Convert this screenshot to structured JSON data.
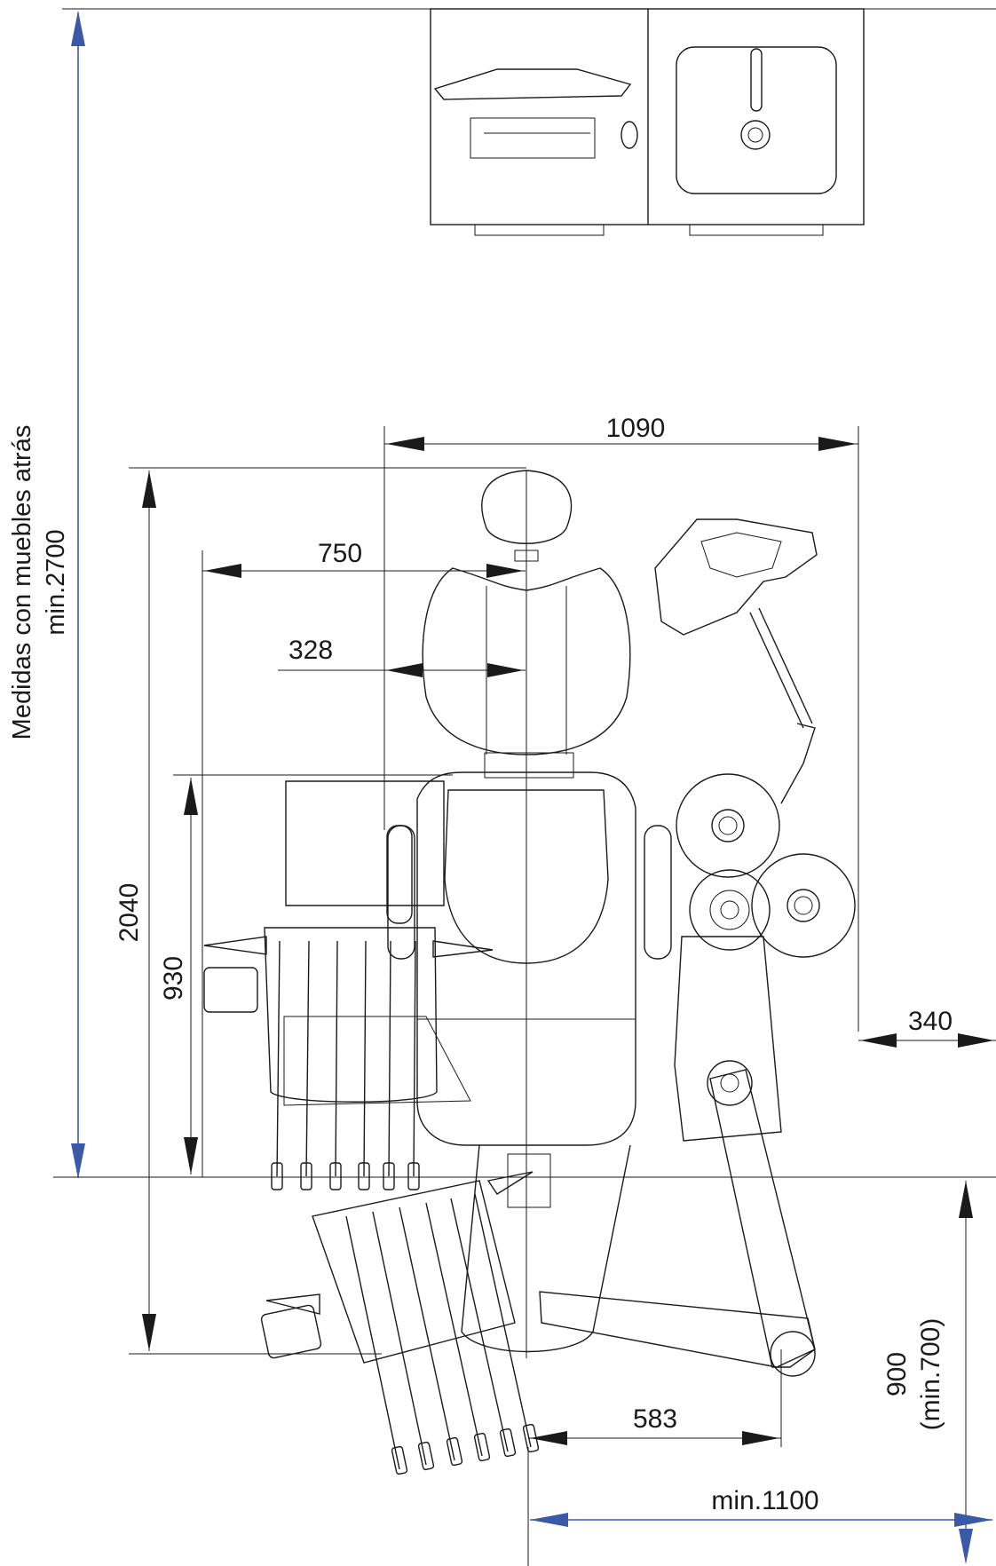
{
  "dimensions": {
    "d1090": "1090",
    "d750": "750",
    "d328": "328",
    "d2040": "2040",
    "d930": "930",
    "d340": "340",
    "d583": "583",
    "d900": "900",
    "d900_min": "(min.700)",
    "dmin1100": "min.1100"
  },
  "side_note": {
    "line1": "Medidas con muebles atrás",
    "line2": "min.2700"
  },
  "colors": {
    "outline": "#1a1a1a",
    "dimension_blue": "#3a5aa8"
  }
}
